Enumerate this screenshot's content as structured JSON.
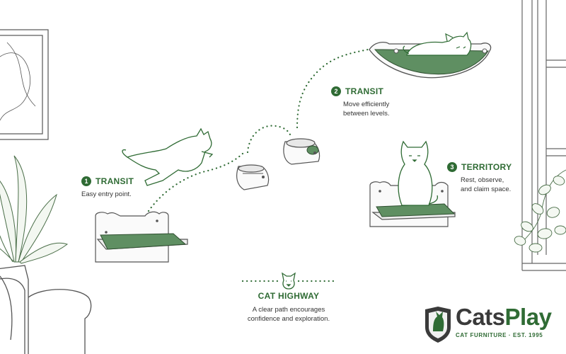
{
  "steps": [
    {
      "number": "1",
      "title": "TRANSIT",
      "description": "Easy entry point."
    },
    {
      "number": "2",
      "title": "TRANSIT",
      "description": "Move efficiently\nbetween levels."
    },
    {
      "number": "3",
      "title": "TERRITORY",
      "description": "Rest, observe,\nand claim space."
    }
  ],
  "highway": {
    "title": "CAT HIGHWAY",
    "description": "A clear path encourages\nconfidence and exploration."
  },
  "logo": {
    "brand_part1": "Cats",
    "brand_part2": "Play",
    "tagline": "CAT FURNITURE · EST. 1995"
  },
  "colors": {
    "accent": "#2f6b34",
    "line": "#555555",
    "shelf_pad": "#5f8f62"
  },
  "icons": [
    "cat-face-icon",
    "cat-shield-logo-icon"
  ]
}
